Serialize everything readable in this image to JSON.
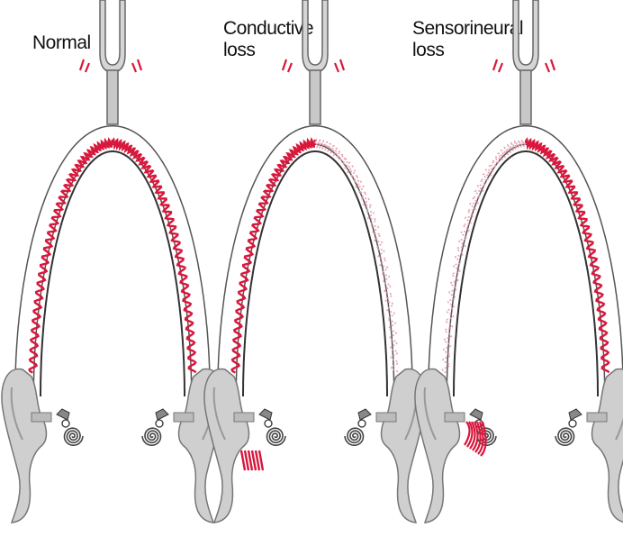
{
  "panels": [
    {
      "label": "Normal",
      "left_signal": "strong",
      "right_signal": "strong",
      "damage": "none"
    },
    {
      "label": "Conductive\nloss",
      "left_signal": "strong",
      "right_signal": "weak",
      "damage": "middle-ear-left"
    },
    {
      "label": "Sensorineural\nloss",
      "left_signal": "weak",
      "right_signal": "strong",
      "damage": "inner-ear-left"
    }
  ],
  "colors": {
    "wave": "#d8173c",
    "wave_weak": "#e8a0b0",
    "ear": "#cfcfcf",
    "outline": "#222222"
  }
}
